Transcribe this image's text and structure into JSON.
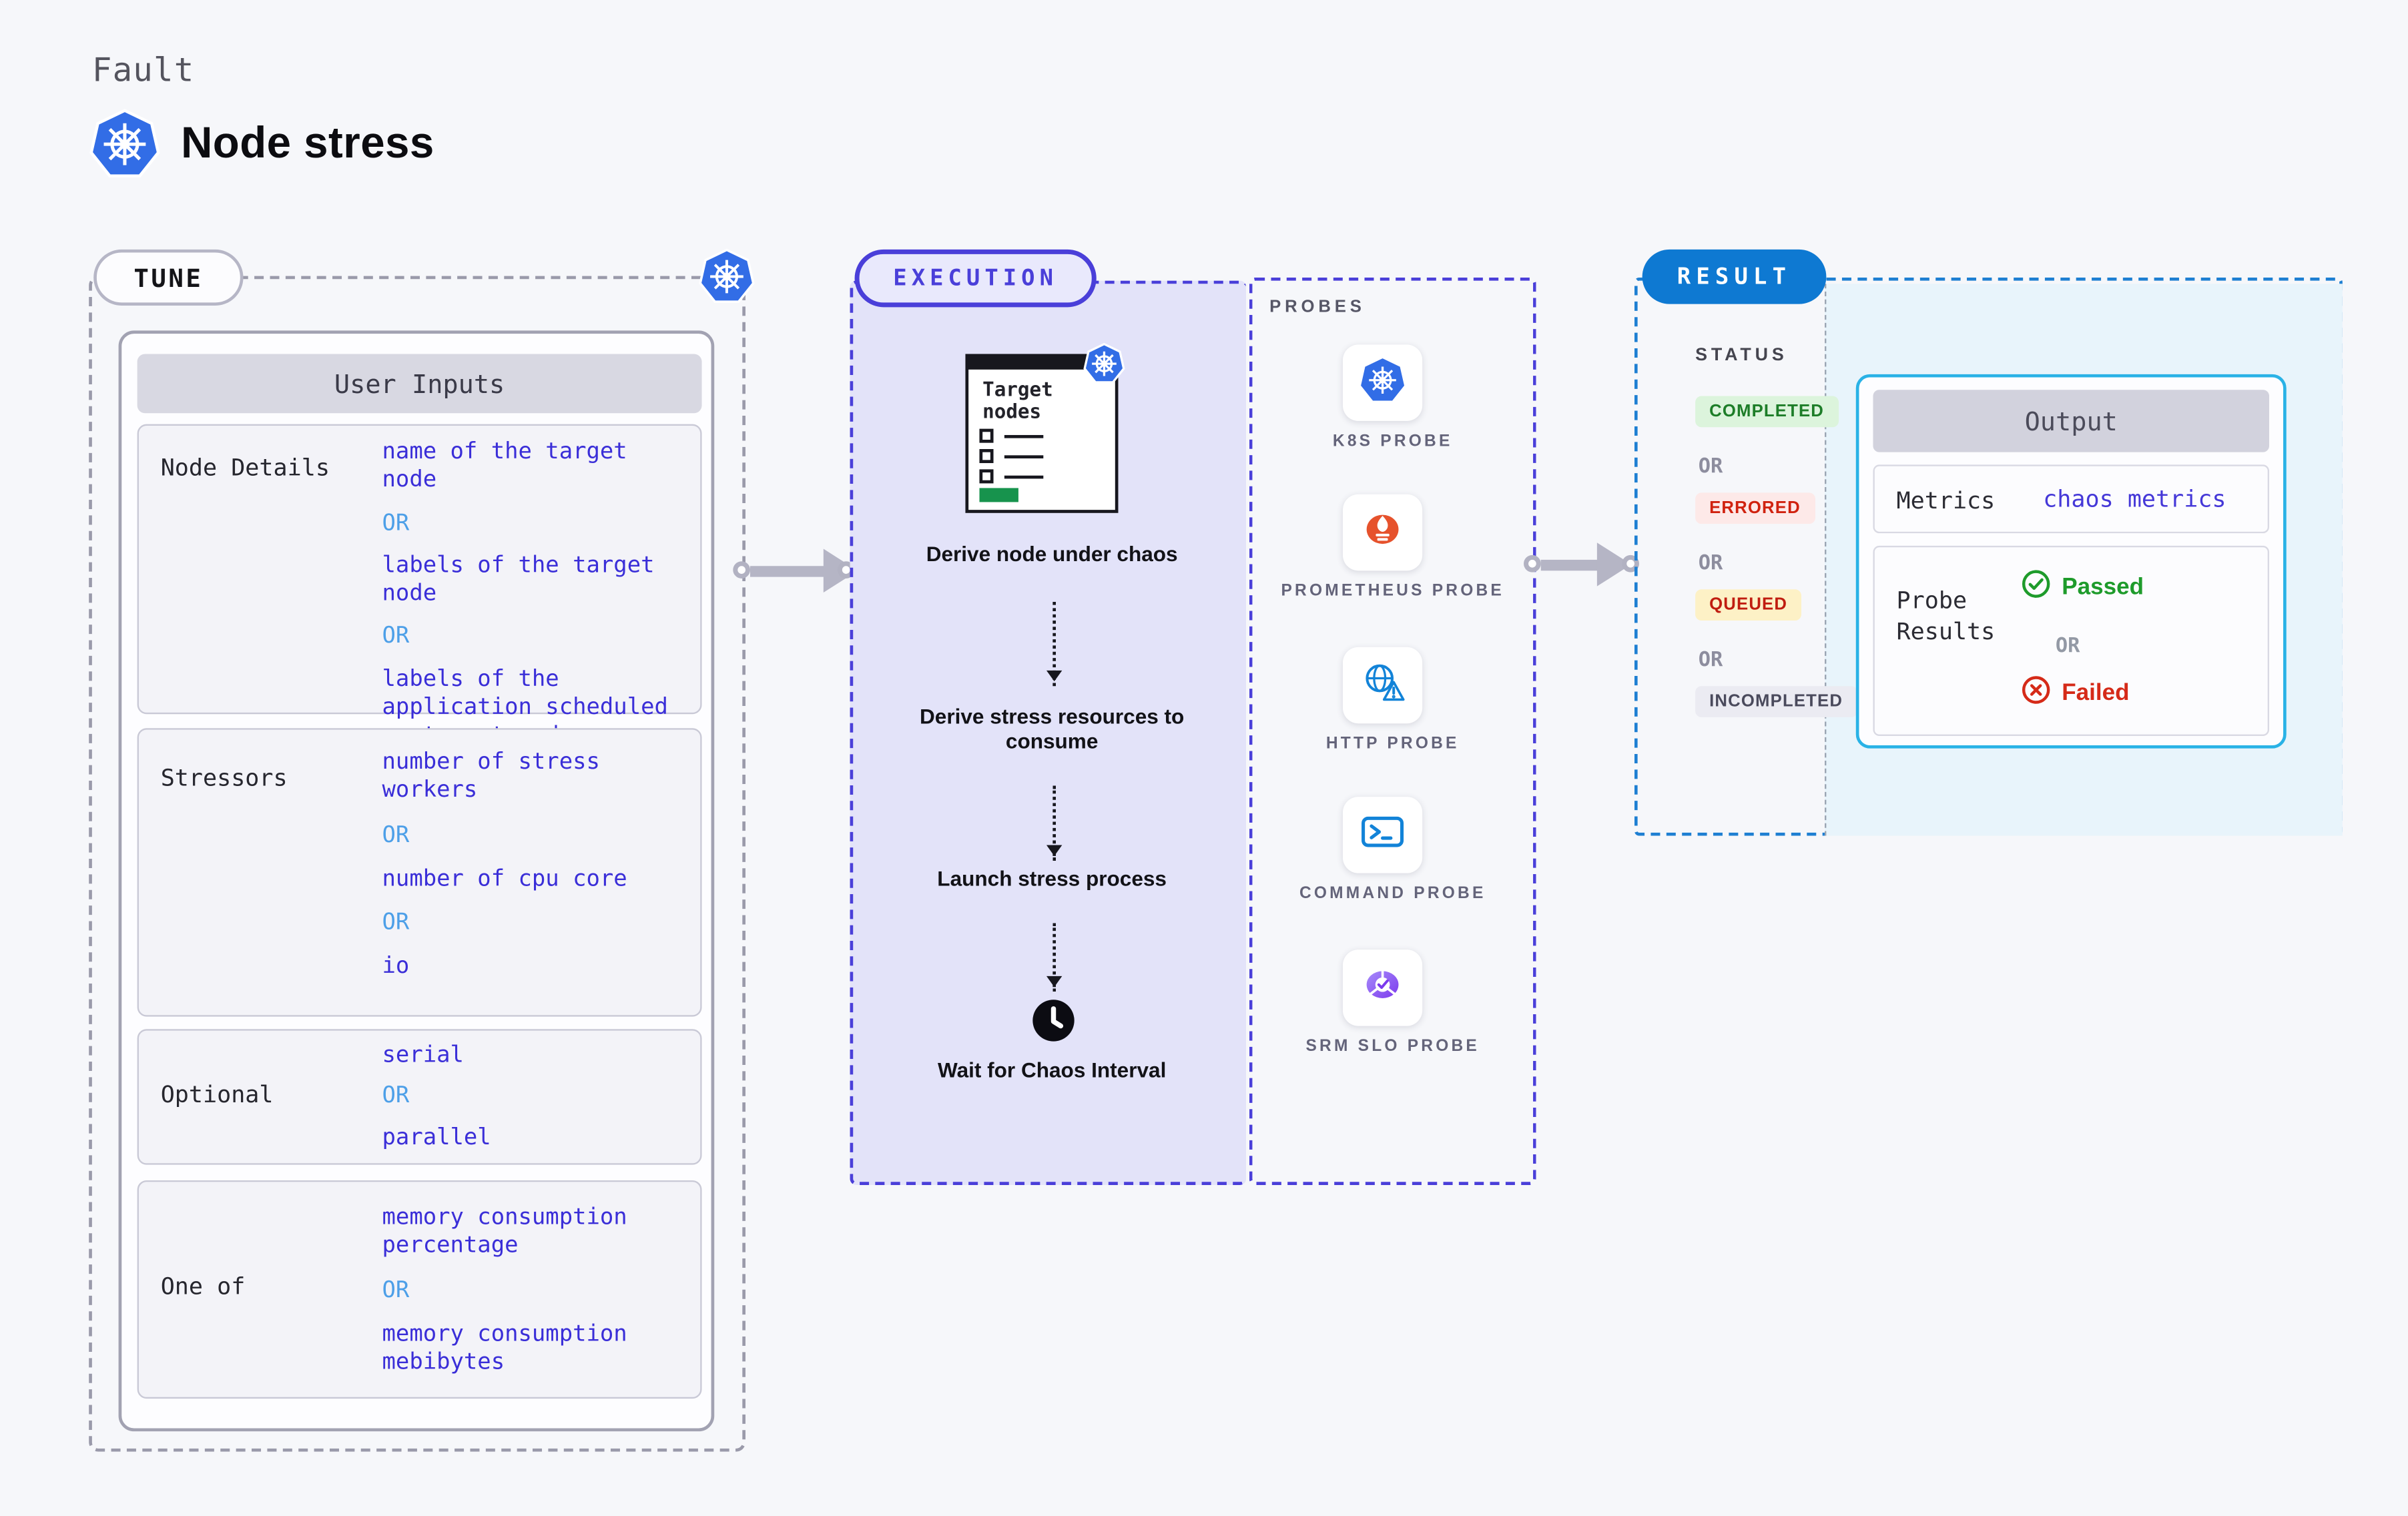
{
  "colors": {
    "page_bg": "#f6f7fa",
    "k8s_blue": "#326de6",
    "indigo_accent": "#4a3fd9",
    "value_indigo": "#3a2ed8",
    "or_blue": "#4d9fe8",
    "execution_bg": "#e3e3f9",
    "tune_dash_gray": "#9a9aaa",
    "result_blue": "#0e79d2",
    "result_dash_blue": "#1e7fd2",
    "output_border_cyan": "#29b2e6",
    "output_area_bg": "#e8f4fb",
    "completed_green": "#1d7d28",
    "completed_bg": "#dcf4dc",
    "errored_red": "#d0220f",
    "errored_bg": "#fde9e8",
    "queued_red": "#c01d10",
    "queued_bg": "#fdf1c6",
    "incompleted_gray": "#4a4a5c",
    "incompleted_bg": "#ebebf2",
    "passed_green": "#1e9b2b",
    "failed_red": "#d52a18",
    "prometheus_orange": "#e6522c",
    "probe_icon_blue": "#1283d8",
    "srm_purple": "#7c3aed",
    "card_green": "#17934d"
  },
  "header": {
    "eyebrow": "Fault",
    "title": "Node stress",
    "icon": "kubernetes-icon"
  },
  "tune": {
    "badge": "TUNE",
    "corner_icon": "kubernetes-icon",
    "table_title": "User Inputs",
    "rows": [
      {
        "label": "Node Details",
        "values": [
          "name of the target node",
          "OR",
          "labels of the target node",
          "OR",
          "labels of the application scheduled on target node"
        ]
      },
      {
        "label": "Stressors",
        "values": [
          "number of stress workers",
          "OR",
          "number of cpu core",
          "OR",
          "io"
        ]
      },
      {
        "label": "Optional",
        "values": [
          "serial",
          "OR",
          "parallel"
        ]
      },
      {
        "label": "One of",
        "values": [
          "memory consumption percentage",
          "OR",
          "memory consumption mebibytes"
        ]
      }
    ]
  },
  "execution": {
    "badge": "EXECUTION",
    "target_card": {
      "title": "Target nodes",
      "icon": "kubernetes-icon"
    },
    "steps": [
      "Derive node under chaos",
      "Derive stress resources to consume",
      "Launch stress process"
    ],
    "wait_icon": "clock-icon",
    "wait_step": "Wait for Chaos Interval"
  },
  "probes": {
    "title": "PROBES",
    "items": [
      {
        "label": "K8S PROBE",
        "icon": "kubernetes-icon"
      },
      {
        "label": "PROMETHEUS PROBE",
        "icon": "prometheus-flame-icon"
      },
      {
        "label": "HTTP PROBE",
        "icon": "globe-alert-icon"
      },
      {
        "label": "COMMAND PROBE",
        "icon": "terminal-icon"
      },
      {
        "label": "SRM SLO PROBE",
        "icon": "slo-pie-check-icon"
      }
    ]
  },
  "result": {
    "badge": "RESULT",
    "status_title": "STATUS",
    "statuses": [
      "COMPLETED",
      "OR",
      "ERRORED",
      "OR",
      "QUEUED",
      "OR",
      "INCOMPLETED"
    ],
    "output": {
      "title": "Output",
      "metrics_label": "Metrics",
      "metrics_value": "chaos metrics",
      "probe_results_label": "Probe Results",
      "passed": "Passed",
      "or": "OR",
      "failed": "Failed",
      "passed_icon": "check-circle-icon",
      "failed_icon": "x-circle-icon"
    }
  }
}
